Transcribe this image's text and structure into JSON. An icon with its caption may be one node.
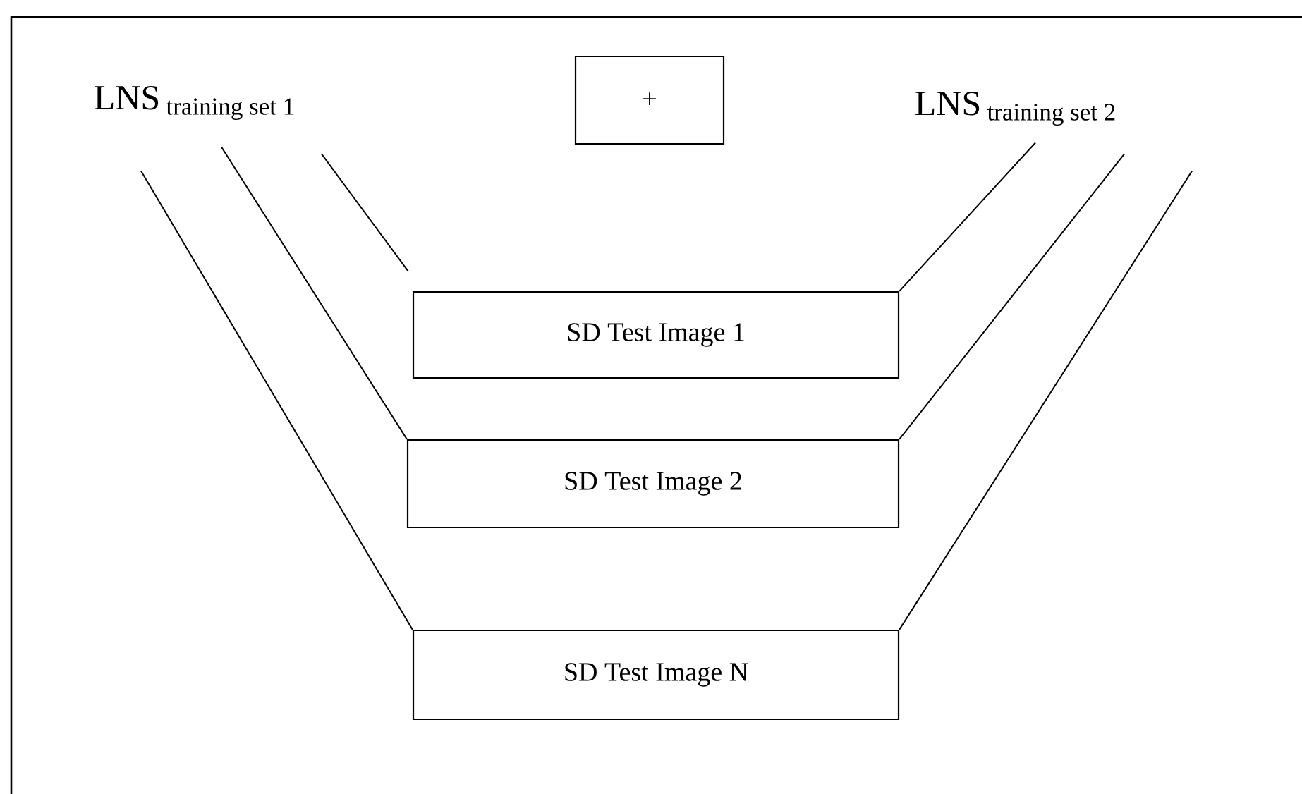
{
  "diagram": {
    "nodes": [
      {
        "text": [
          "\\text{LNS}\\,_{\\text{training set 1}}"
        ]
      },
      {
        "text": [
          "+"
        ]
      },
      {
        "text": [
          "\\text{LNS}\\,_{\\text{training set 2}}"
        ]
      },
      {
        "text": [
          "SD Test Image 1"
        ]
      },
      {
        "text": [
          "SD Test Image 2"
        ]
      },
      {
        "text": [
          "SD Test Image N"
        ]
      }
    ],
    "edges": [
      {
        "from": 0,
        "to": 3,
        "arrow": "none"
      },
      {
        "from": 0,
        "to": 4,
        "arrow": "none"
      },
      {
        "from": 0,
        "to": 5,
        "arrow": "none"
      },
      {
        "from": 2,
        "to": 3,
        "arrow": "none"
      },
      {
        "from": 2,
        "to": 4,
        "arrow": "none"
      },
      {
        "from": 2,
        "to": 5,
        "arrow": "none"
      }
    ]
  }
}
